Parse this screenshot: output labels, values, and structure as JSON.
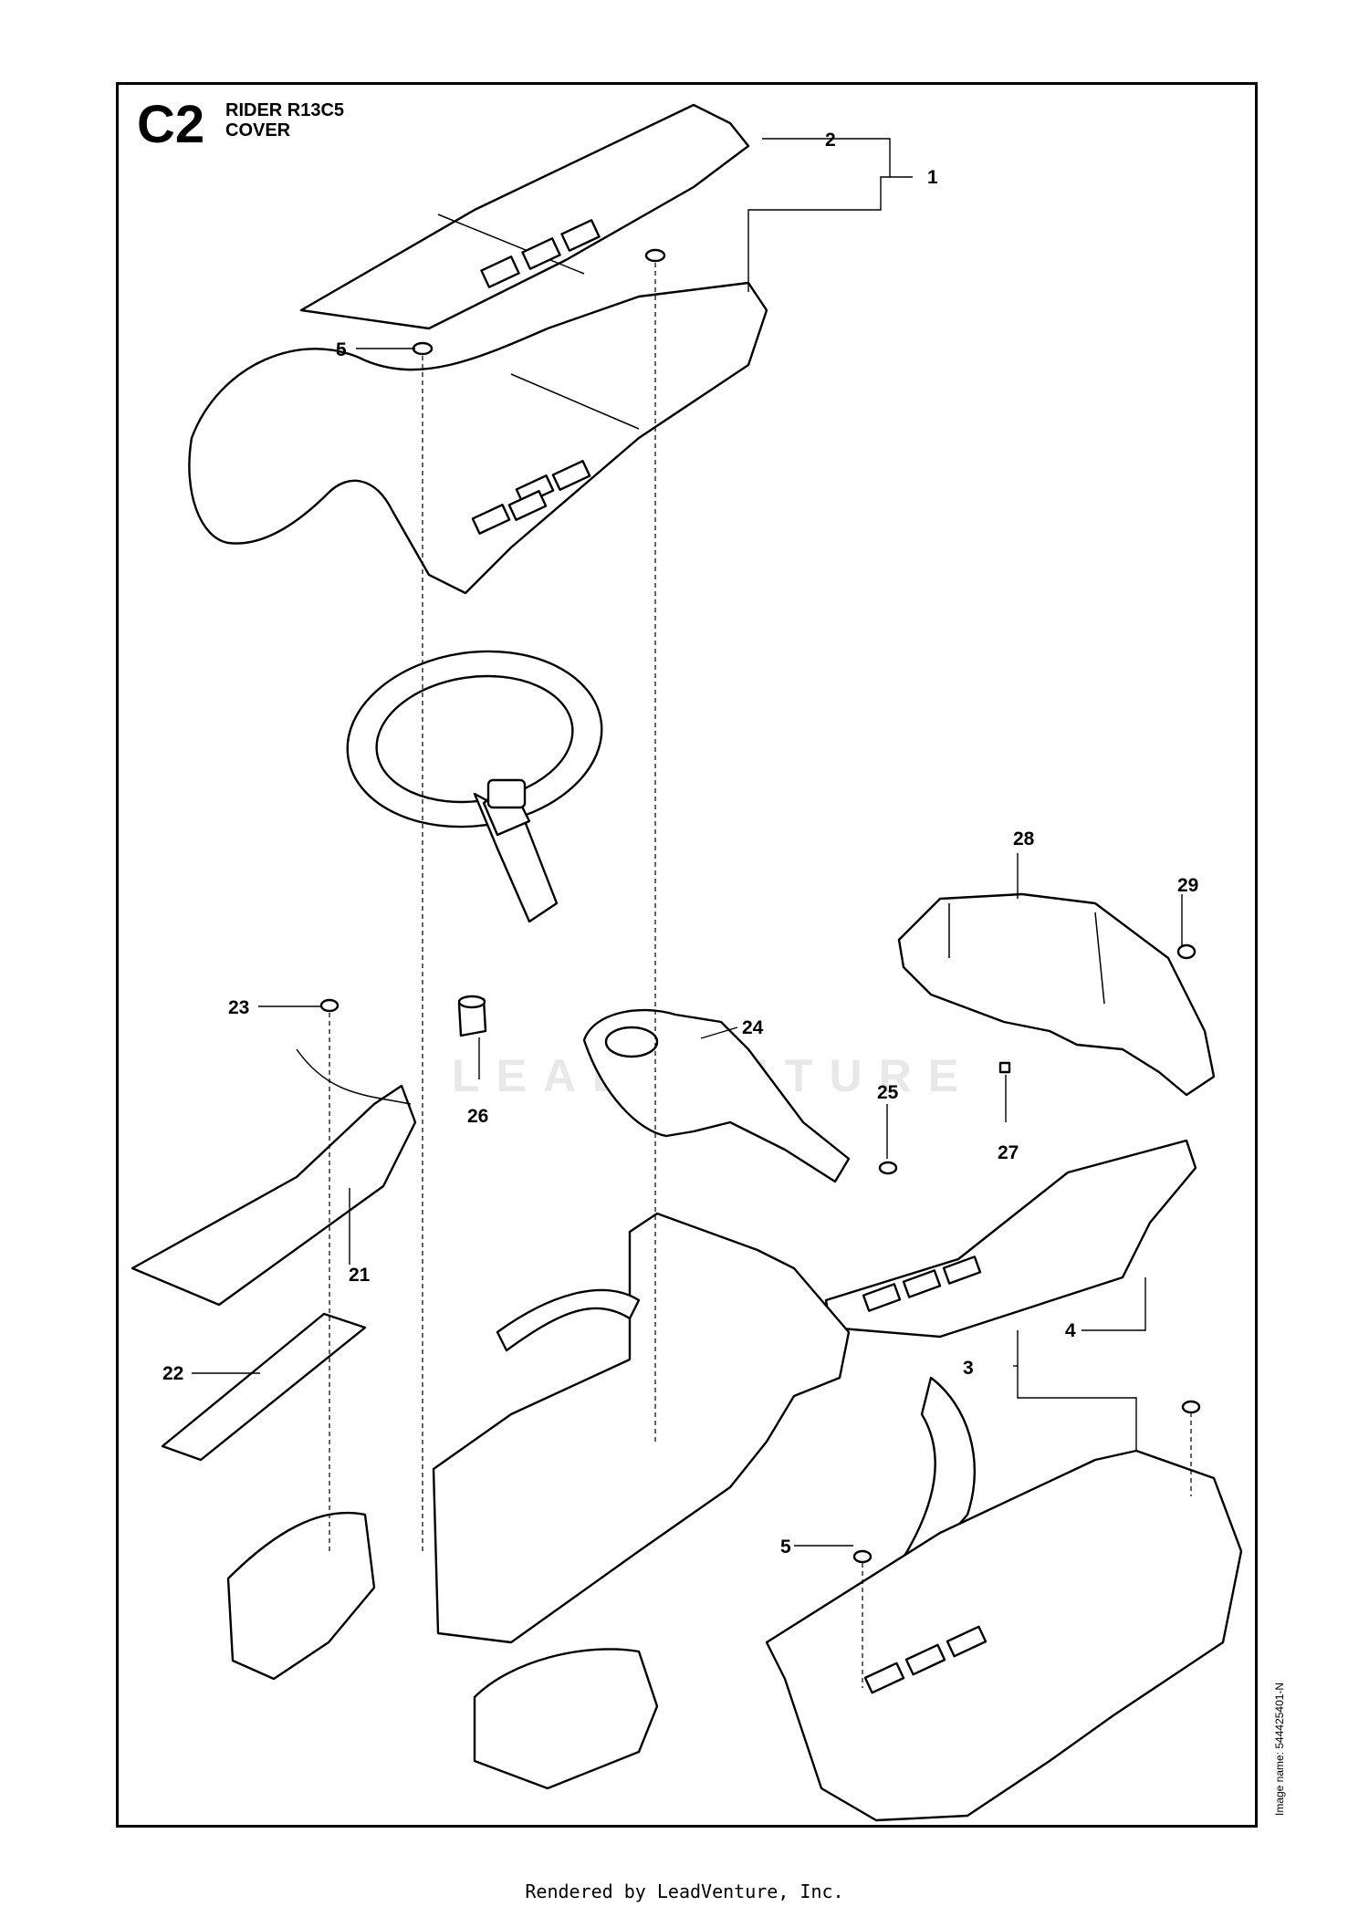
{
  "header": {
    "section_code": "C2",
    "title_line1": "RIDER R13C5",
    "title_line2": "COVER"
  },
  "callouts": [
    "1",
    "2",
    "3",
    "4",
    "5",
    "5",
    "21",
    "22",
    "23",
    "24",
    "25",
    "26",
    "27",
    "28",
    "29"
  ],
  "side_note": "Image name: 544425401-N",
  "watermark": "LEADVENTURE",
  "footer": "Rendered by LeadVenture, Inc.",
  "colors": {
    "line": "#000000",
    "background": "#ffffff",
    "watermark": "#e8e8e8"
  }
}
